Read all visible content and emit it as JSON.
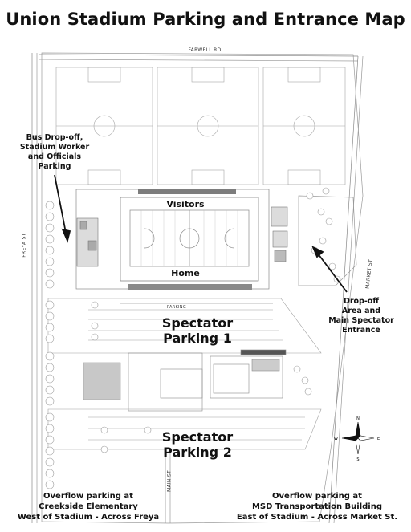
{
  "title": "Union Stadium Parking and Entrance Map",
  "streets": {
    "north": "FARWELL RD",
    "west": "FREYA ST",
    "east": "MARKET ST",
    "south": "MAIN ST",
    "parking_road": "PARKING"
  },
  "field_labels": {
    "visitors": "Visitors",
    "home": "Home"
  },
  "callouts": {
    "bus_dropoff": [
      "Bus Drop-off,",
      "Stadium Worker",
      "and Officials",
      "Parking"
    ],
    "dropoff_area": [
      "Drop-off",
      "Area and",
      "Main Spectator",
      "Entrance"
    ]
  },
  "parking_zones": {
    "lot1": [
      "Spectator",
      "Parking 1"
    ],
    "lot2": [
      "Spectator",
      "Parking 2"
    ]
  },
  "overflow": {
    "west": [
      "Overflow parking at",
      "Creekside Elementary",
      "West of Stadium - Across Freya"
    ],
    "east": [
      "Overflow parking at",
      "MSD Transportation Building",
      "East of Stadium - Across Market St."
    ]
  },
  "compass": [
    "N",
    "E",
    "S",
    "W"
  ],
  "colors": {
    "line": "#9a9a9a",
    "dark": "#222222",
    "building": "#c8c8c8"
  }
}
